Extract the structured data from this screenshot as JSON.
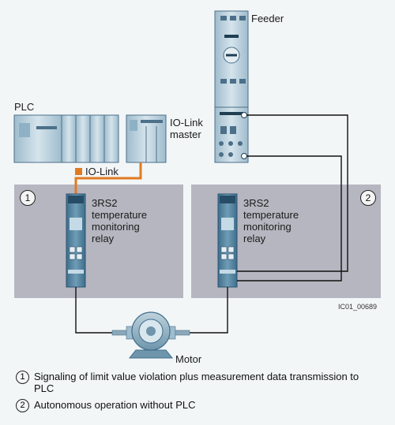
{
  "labels": {
    "feeder": "Feeder",
    "plc": "PLC",
    "io_link_master": "IO-Link\nmaster",
    "io_link": "IO-Link",
    "relay_left": "3RS2\ntemperature\nmonitoring\nrelay",
    "relay_right": "3RS2\ntemperature\nmonitoring\nrelay",
    "motor": "Motor",
    "figure_id": "IC01_00689"
  },
  "panels": {
    "left_number": "1",
    "right_number": "2"
  },
  "legend": [
    {
      "number": "1",
      "text": "Signaling of limit value violation plus measurement data transmission to PLC"
    },
    {
      "number": "2",
      "text": "Autonomous operation without PLC"
    }
  ],
  "colors": {
    "io_link_orange": "#e07a22",
    "panel_gray": "#b6b6c0",
    "device_blue": "#5f8fa9"
  }
}
